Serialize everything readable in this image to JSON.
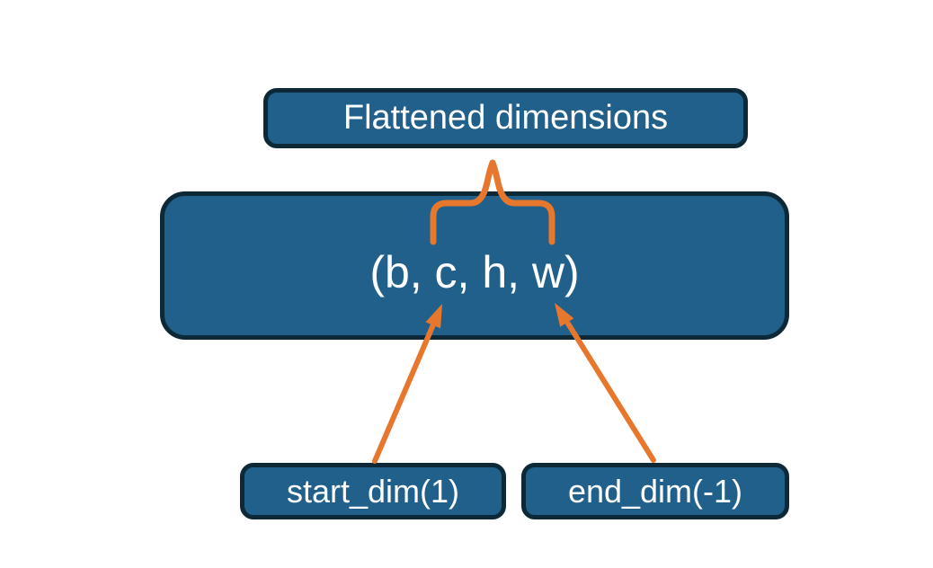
{
  "diagram": {
    "title_node": {
      "label": "Flattened dimensions"
    },
    "tensor_node": {
      "label": "(b, c, h, w)"
    },
    "start_dim_node": {
      "label": "start_dim(1)"
    },
    "end_dim_node": {
      "label": "end_dim(-1)"
    }
  },
  "colors": {
    "background": "#FFFFFF",
    "box_fill": "#20608A",
    "box_border": "#0D2836",
    "accent_orange": "#E8772E",
    "text": "#FFFFFF"
  }
}
